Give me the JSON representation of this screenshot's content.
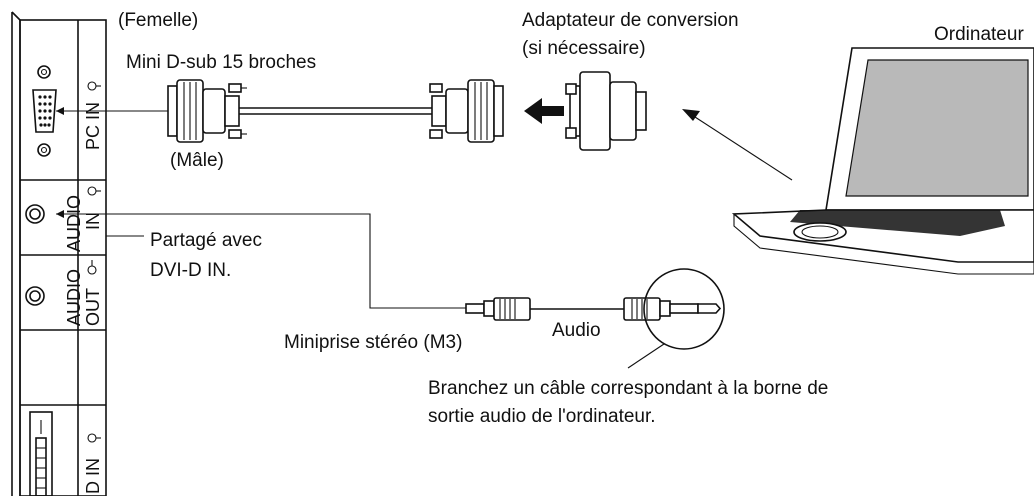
{
  "panel": {
    "pc_in_label": "PC IN",
    "audio_in_label_1": "AUDIO",
    "audio_in_label_2": "IN",
    "audio_out_label_1": "AUDIO",
    "audio_out_label_2": "OUT",
    "dvi_in_label": "D IN"
  },
  "labels": {
    "female": "(Femelle)",
    "mini_dsub": "Mini D-sub 15 broches",
    "male": "(Mâle)",
    "adapter_line1": "Adaptateur de conversion",
    "adapter_line2": "(si nécessaire)",
    "computer": "Ordinateur",
    "shared_line1": "Partagé avec",
    "shared_line2": "DVI-D IN.",
    "stereo_plug": "Miniprise stéréo (M3)",
    "audio": "Audio",
    "note_line1": "Branchez un câble correspondant à la borne de",
    "note_line2": "sortie audio de l'ordinateur."
  }
}
